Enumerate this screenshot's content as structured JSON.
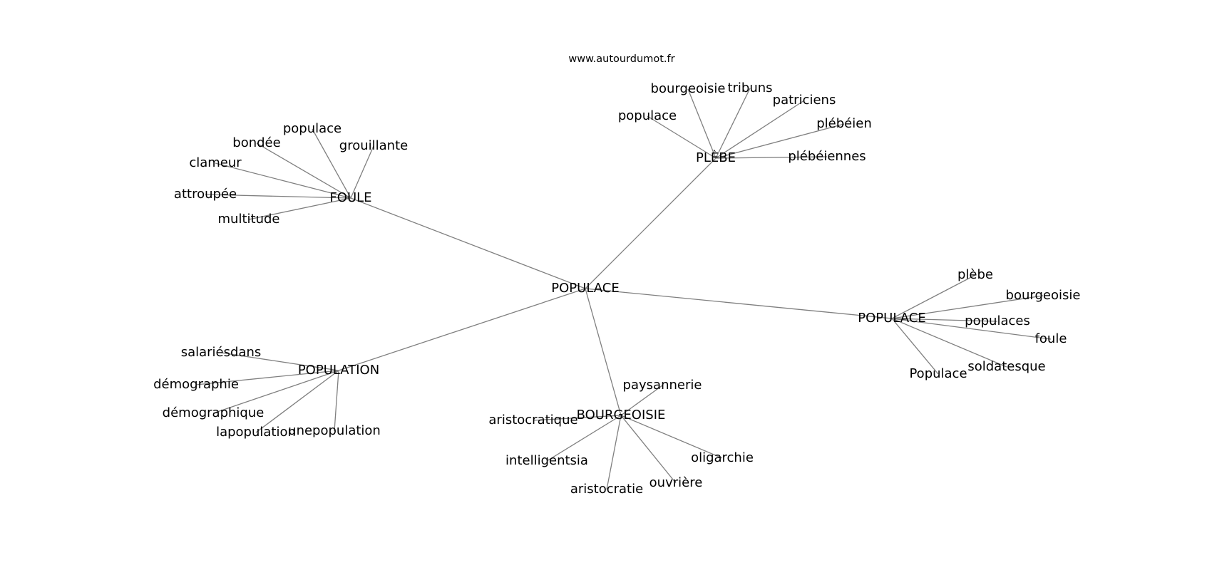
{
  "watermark": "www.autourdumot.fr",
  "graph": {
    "root": "POPULACE",
    "clusters": [
      {
        "hub": "FOULE",
        "leaves": [
          "populace",
          "bondée",
          "grouillante",
          "clameur",
          "attroupée",
          "multitude"
        ]
      },
      {
        "hub": "PLÈBE",
        "leaves": [
          "bourgeoisie",
          "tribuns",
          "patriciens",
          "populace",
          "plébéien",
          "plébéiennes"
        ]
      },
      {
        "hub": "POPULACE",
        "leaves": [
          "plèbe",
          "bourgeoisie",
          "populaces",
          "foule",
          "soldatesque",
          "Populace"
        ]
      },
      {
        "hub": "POPULATION",
        "leaves": [
          "salariésdans",
          "démographie",
          "démographique",
          "lapopulation",
          "unepopulation"
        ]
      },
      {
        "hub": "BOURGEOISIE",
        "leaves": [
          "paysannerie",
          "aristocratique",
          "intelligentsia",
          "oligarchie",
          "aristocratie",
          "ouvrière"
        ]
      }
    ]
  }
}
